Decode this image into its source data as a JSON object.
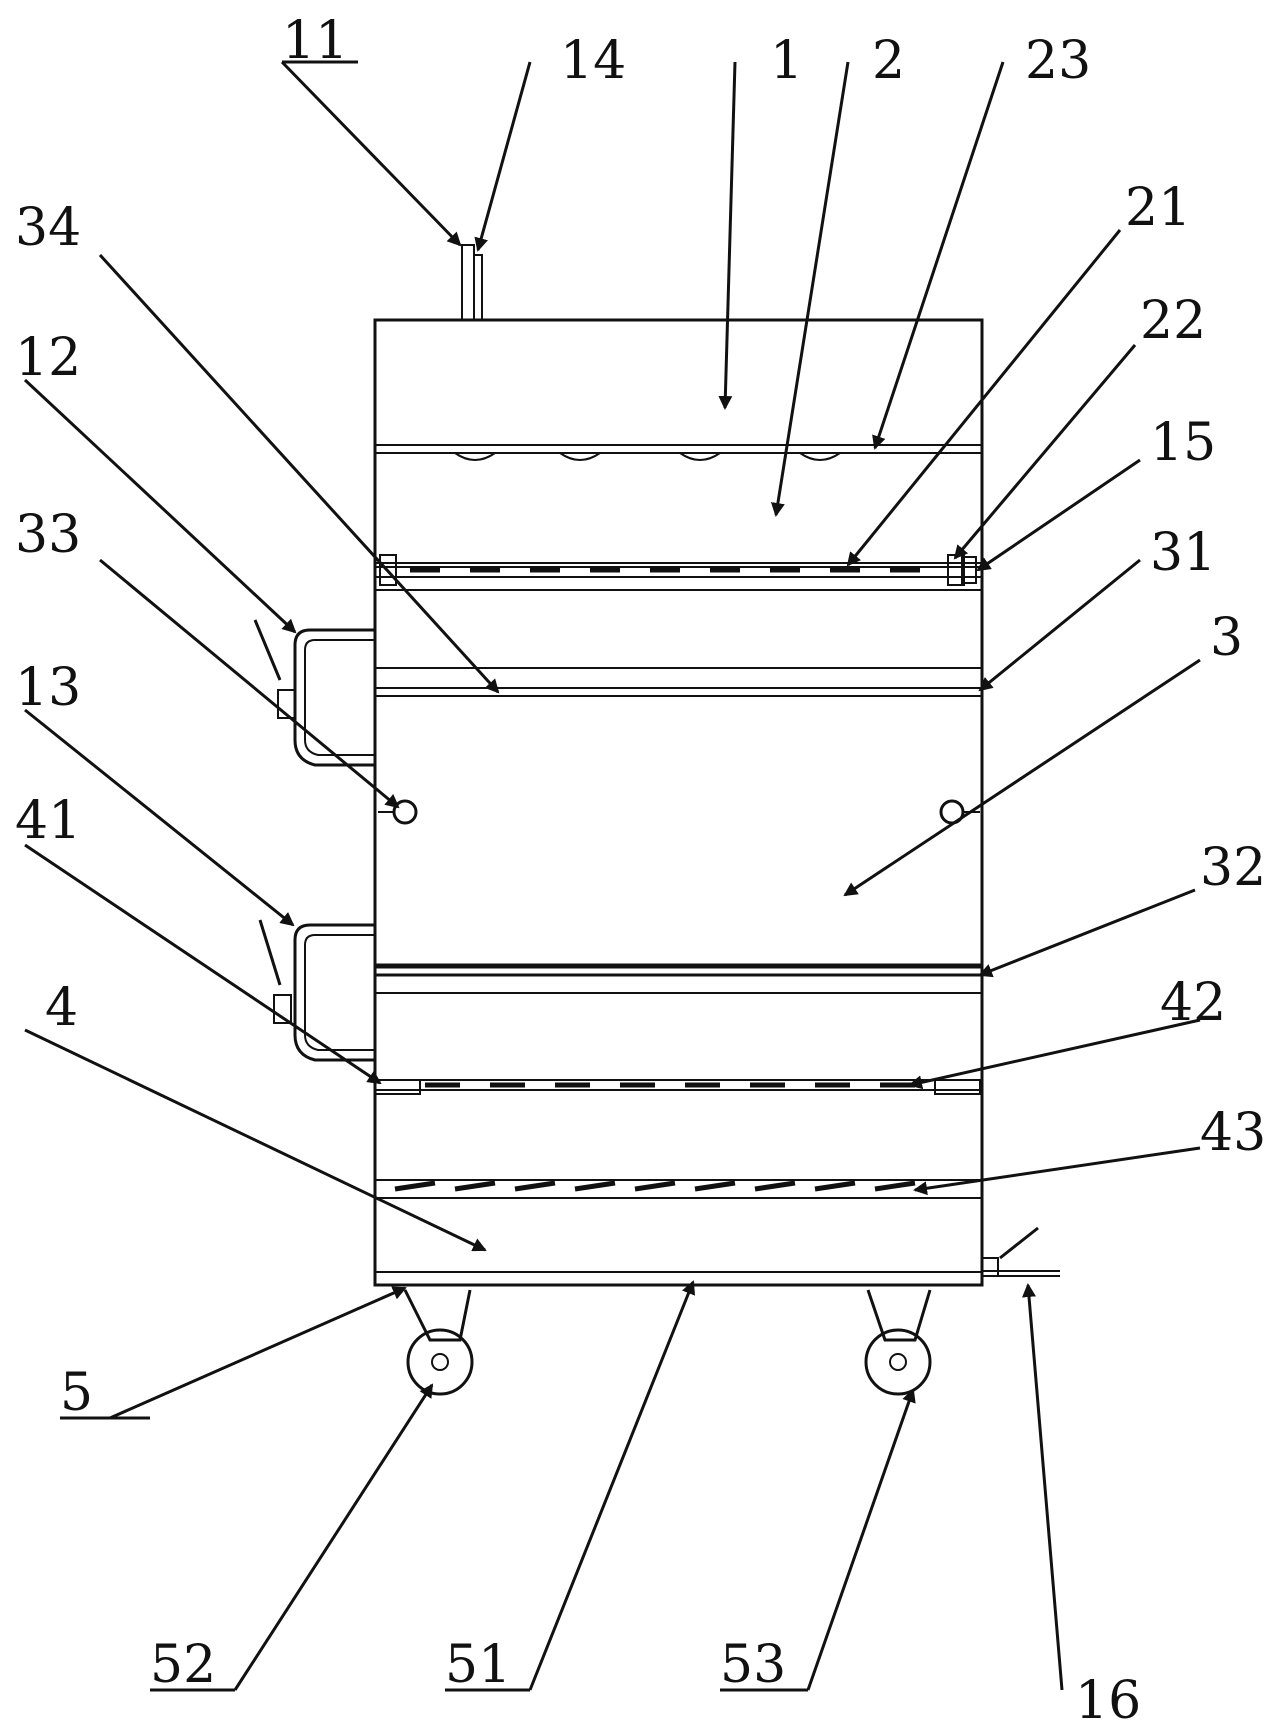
{
  "labels": [
    {
      "id": "11",
      "text": "11"
    },
    {
      "id": "14",
      "text": "14"
    },
    {
      "id": "1",
      "text": "1"
    },
    {
      "id": "2",
      "text": "2"
    },
    {
      "id": "23",
      "text": "23"
    },
    {
      "id": "21",
      "text": "21"
    },
    {
      "id": "34",
      "text": "34"
    },
    {
      "id": "22",
      "text": "22"
    },
    {
      "id": "12",
      "text": "12"
    },
    {
      "id": "15",
      "text": "15"
    },
    {
      "id": "33",
      "text": "33"
    },
    {
      "id": "31",
      "text": "31"
    },
    {
      "id": "3",
      "text": "3"
    },
    {
      "id": "13",
      "text": "13"
    },
    {
      "id": "32",
      "text": "32"
    },
    {
      "id": "41",
      "text": "41"
    },
    {
      "id": "42",
      "text": "42"
    },
    {
      "id": "4",
      "text": "4"
    },
    {
      "id": "43",
      "text": "43"
    },
    {
      "id": "5",
      "text": "5"
    },
    {
      "id": "52",
      "text": "52"
    },
    {
      "id": "51",
      "text": "51"
    },
    {
      "id": "53",
      "text": "53"
    },
    {
      "id": "16",
      "text": "16"
    }
  ]
}
